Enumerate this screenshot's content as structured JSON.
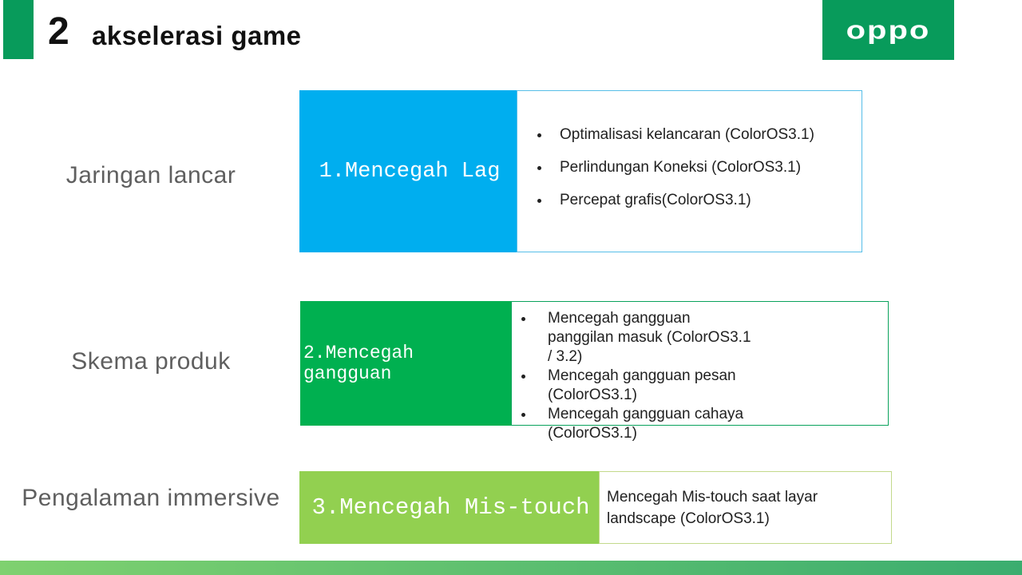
{
  "header": {
    "number": "2",
    "title": "akselerasi game",
    "logo_text": "oppo"
  },
  "colors": {
    "brand_green": "#089B5B",
    "box1_blue": "#00AEEF",
    "box2_green": "#00B050",
    "box3_light_green": "#92D050",
    "footer_gradient_start": "#7FD170",
    "footer_gradient_end": "#3BAD6F",
    "label_gray": "#5f5f5f"
  },
  "rows": [
    {
      "label": "Jaringan lancar",
      "box_title": "1.Mencegah Lag",
      "bullets": [
        "Optimalisasi kelancaran (ColorOS3.1)",
        "Perlindungan Koneksi (ColorOS3.1)",
        "Percepat grafis(ColorOS3.1)"
      ]
    },
    {
      "label": "Skema produk",
      "box_title": "2.Mencegah gangguan",
      "bullets": [
        "Mencegah gangguan panggilan masuk (ColorOS3.1 / 3.2)",
        "Mencegah gangguan pesan (ColorOS3.1)",
        "Mencegah gangguan cahaya (ColorOS3.1)"
      ]
    },
    {
      "label": "Pengalaman immersive",
      "box_title": "3.Mencegah Mis-touch",
      "description": "Mencegah Mis-touch saat layar landscape  (ColorOS3.1)"
    }
  ]
}
